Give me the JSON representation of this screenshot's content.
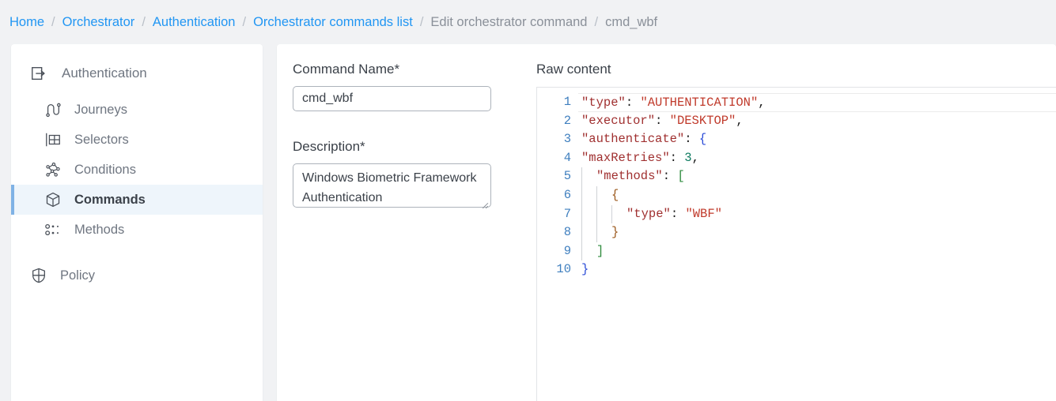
{
  "breadcrumb": {
    "items": [
      {
        "label": "Home",
        "type": "link"
      },
      {
        "label": "Orchestrator",
        "type": "link"
      },
      {
        "label": "Authentication",
        "type": "link"
      },
      {
        "label": "Orchestrator commands list",
        "type": "link"
      },
      {
        "label": "Edit orchestrator command",
        "type": "plain"
      },
      {
        "label": "cmd_wbf",
        "type": "plain"
      }
    ],
    "separator": "/"
  },
  "sidebar": {
    "header": {
      "label": "Authentication",
      "icon": "login-icon"
    },
    "items": [
      {
        "label": "Journeys",
        "icon": "journeys-icon",
        "active": false
      },
      {
        "label": "Selectors",
        "icon": "selectors-icon",
        "active": false
      },
      {
        "label": "Conditions",
        "icon": "conditions-icon",
        "active": false
      },
      {
        "label": "Commands",
        "icon": "commands-icon",
        "active": true
      },
      {
        "label": "Methods",
        "icon": "methods-icon",
        "active": false
      }
    ],
    "footer_items": [
      {
        "label": "Policy",
        "icon": "shield-icon",
        "active": false
      }
    ]
  },
  "form": {
    "command_name": {
      "label": "Command Name*",
      "value": "cmd_wbf",
      "placeholder": ""
    },
    "description": {
      "label": "Description*",
      "value": "Windows Biometric Framework Authentication",
      "placeholder": ""
    }
  },
  "editor": {
    "title": "Raw content",
    "active_line": 1,
    "line_numbers": [
      "1",
      "2",
      "3",
      "4",
      "5",
      "6",
      "7",
      "8",
      "9",
      "10"
    ],
    "lines": [
      {
        "n": 1,
        "indent": 0,
        "tokens": [
          {
            "t": "\"type\"",
            "c": "key"
          },
          {
            "t": ":",
            "c": "pun"
          },
          {
            "t": " ",
            "c": "pun"
          },
          {
            "t": "\"AUTHENTICATION\"",
            "c": "str"
          },
          {
            "t": ",",
            "c": "pun"
          }
        ]
      },
      {
        "n": 2,
        "indent": 0,
        "tokens": [
          {
            "t": "\"executor\"",
            "c": "key"
          },
          {
            "t": ":",
            "c": "pun"
          },
          {
            "t": " ",
            "c": "pun"
          },
          {
            "t": "\"DESKTOP\"",
            "c": "str"
          },
          {
            "t": ",",
            "c": "pun"
          }
        ]
      },
      {
        "n": 3,
        "indent": 0,
        "tokens": [
          {
            "t": "\"authenticate\"",
            "c": "key"
          },
          {
            "t": ":",
            "c": "pun"
          },
          {
            "t": " ",
            "c": "pun"
          },
          {
            "t": "{",
            "c": "brace-b"
          }
        ]
      },
      {
        "n": 4,
        "indent": 0,
        "tokens": [
          {
            "t": "\"maxRetries\"",
            "c": "key"
          },
          {
            "t": ":",
            "c": "pun"
          },
          {
            "t": " ",
            "c": "pun"
          },
          {
            "t": "3",
            "c": "num"
          },
          {
            "t": ",",
            "c": "pun"
          }
        ]
      },
      {
        "n": 5,
        "indent": 1,
        "tokens": [
          {
            "t": "\"methods\"",
            "c": "key"
          },
          {
            "t": ":",
            "c": "pun"
          },
          {
            "t": " ",
            "c": "pun"
          },
          {
            "t": "[",
            "c": "brack-g"
          }
        ]
      },
      {
        "n": 6,
        "indent": 2,
        "tokens": [
          {
            "t": "{",
            "c": "brace-o"
          }
        ]
      },
      {
        "n": 7,
        "indent": 3,
        "tokens": [
          {
            "t": "\"type\"",
            "c": "key"
          },
          {
            "t": ":",
            "c": "pun"
          },
          {
            "t": " ",
            "c": "pun"
          },
          {
            "t": "\"WBF\"",
            "c": "str"
          }
        ]
      },
      {
        "n": 8,
        "indent": 2,
        "tokens": [
          {
            "t": "}",
            "c": "brace-o"
          }
        ]
      },
      {
        "n": 9,
        "indent": 1,
        "tokens": [
          {
            "t": "]",
            "c": "brack-g"
          }
        ]
      },
      {
        "n": 10,
        "indent": 0,
        "tokens": [
          {
            "t": "}",
            "c": "brace-b"
          }
        ]
      }
    ],
    "raw_text": "\"type\": \"AUTHENTICATION\",\n\"executor\": \"DESKTOP\",\n\"authenticate\": {\n\"maxRetries\": 3,\n  \"methods\": [\n    {\n      \"type\": \"WBF\"\n    }\n  ]\n}"
  },
  "colors": {
    "link": "#2196f3",
    "muted_text": "#8a9099",
    "page_bg": "#f1f2f4",
    "card_bg": "#ffffff",
    "active_nav_bg": "#eef5fb",
    "active_nav_border": "#7fb2e5",
    "gutter_number": "#3f7fbf",
    "code_key": "#a03030",
    "code_string": "#c03a2b",
    "code_number": "#0d7a5f",
    "code_brace_blue": "#2a4bd7",
    "code_brace_orange": "#9c5a1e",
    "code_bracket_green": "#2e8b3d"
  }
}
